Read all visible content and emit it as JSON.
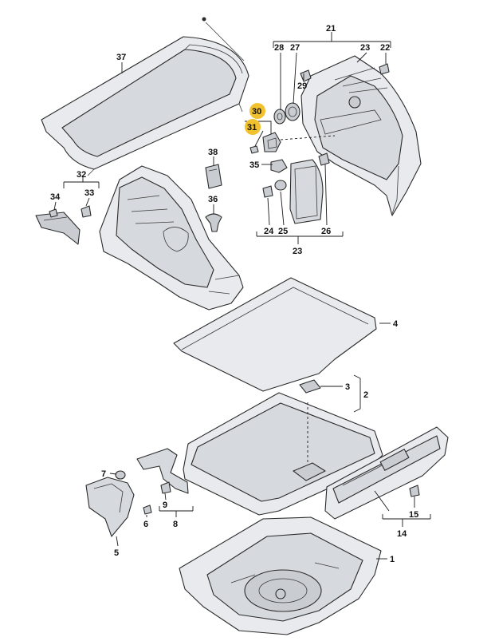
{
  "colors": {
    "highlight": "#f2c12e",
    "part_fill": "#e8eaed",
    "part_dark": "#c9cdd2",
    "line": "#2b2b2b"
  },
  "callouts": {
    "c1": "1",
    "c2": "2",
    "c3": "3",
    "c4": "4",
    "c5": "5",
    "c6": "6",
    "c7": "7",
    "c8": "8",
    "c9": "9",
    "c14": "14",
    "c15": "15",
    "c21": "21",
    "c22": "22",
    "c23_top": "23",
    "c23_bottom": "23",
    "c24": "24",
    "c25": "25",
    "c26": "26",
    "c27": "27",
    "c28": "28",
    "c29": "29",
    "c30": "30",
    "c31": "31",
    "c32": "32",
    "c33": "33",
    "c34": "34",
    "c35": "35",
    "c36": "36",
    "c37": "37",
    "c38": "38"
  }
}
